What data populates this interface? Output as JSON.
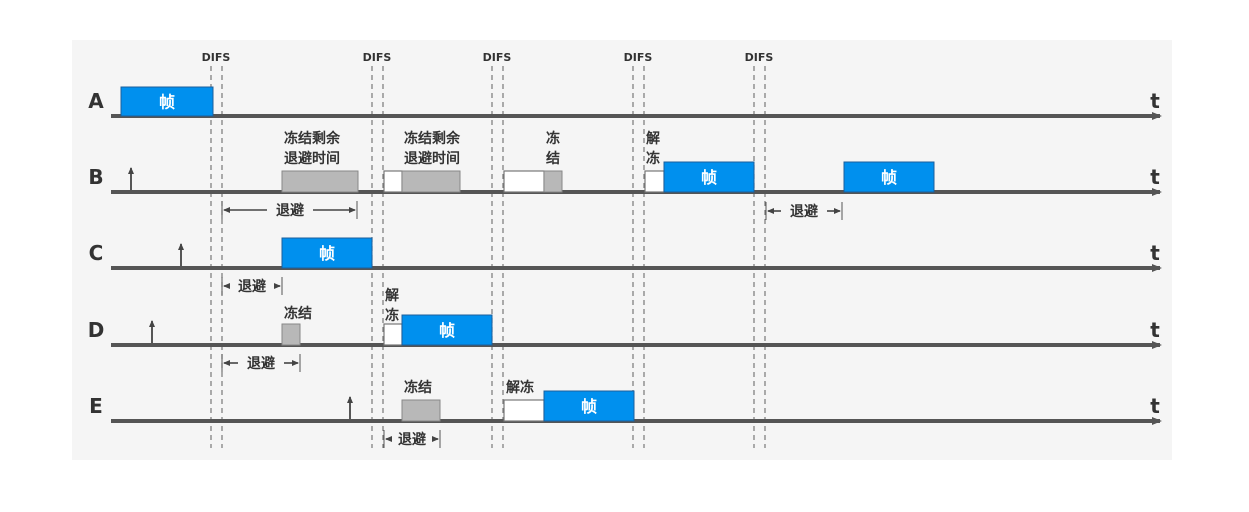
{
  "difs_label": "DIFS",
  "time_symbol": "t",
  "stations": [
    {
      "name": "A"
    },
    {
      "name": "B"
    },
    {
      "name": "C"
    },
    {
      "name": "D"
    },
    {
      "name": "E"
    }
  ],
  "labels": {
    "frame": "帧",
    "backoff": "退避",
    "freeze": "冻结",
    "unfreeze": "解冻",
    "freeze_remaining_1": "冻结剩余",
    "freeze_remaining_2": "退避时间",
    "freeze_1": "冻",
    "freeze_2": "结",
    "unfreeze_1": "解",
    "unfreeze_2": "冻"
  },
  "colors": {
    "frame": "#0090ee",
    "backoff_gray": "#b8b8b8",
    "axis": "#555555",
    "text": "#333333"
  }
}
